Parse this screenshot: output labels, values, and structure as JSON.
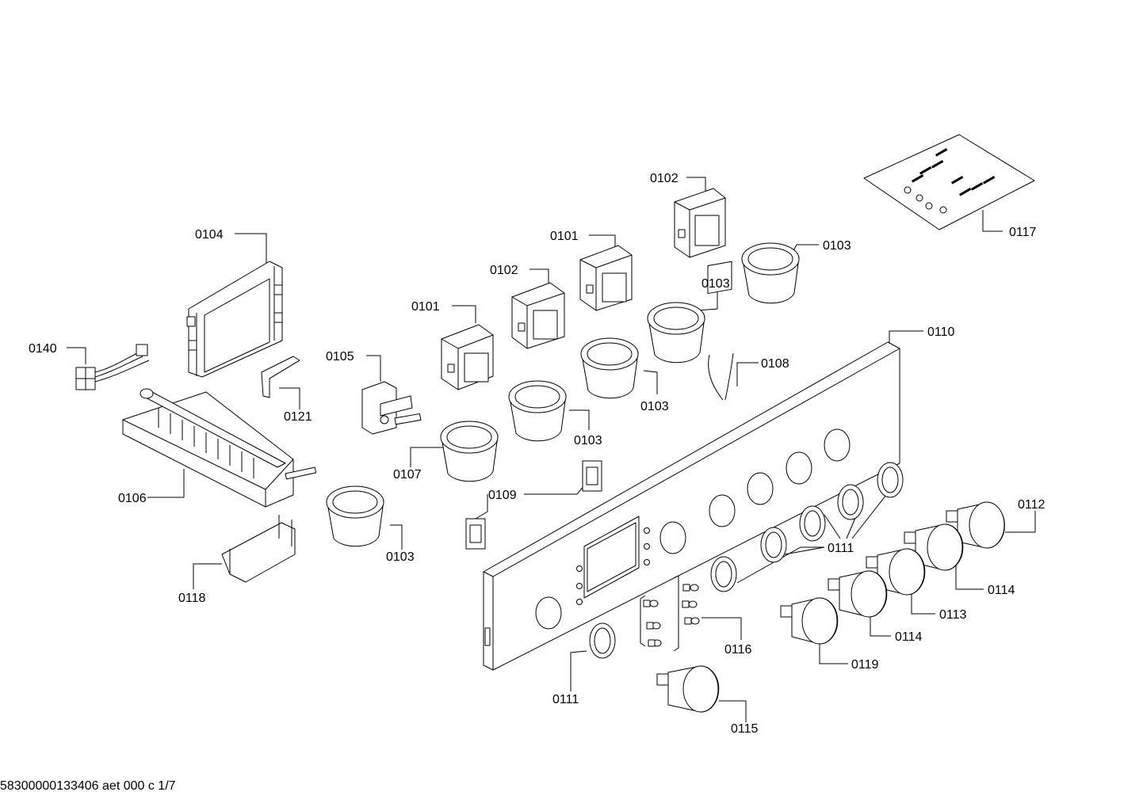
{
  "diagram": {
    "callouts": {
      "c0102a": "0102",
      "c0104": "0104",
      "c0101a": "0101",
      "c0103a": "0103",
      "c0102b": "0102",
      "c0103b": "0103",
      "c0101b": "0101",
      "c0140": "0140",
      "c0105": "0105",
      "c0110": "0110",
      "c0108": "0108",
      "c0121": "0121",
      "c0103c": "0103",
      "c0103d": "0103",
      "c0107": "0107",
      "c0106": "0106",
      "c0109": "0109",
      "c0112": "0112",
      "c0111a": "0111",
      "c0103e": "0103",
      "c0114a": "0114",
      "c0118": "0118",
      "c0113": "0113",
      "c0114b": "0114",
      "c0116": "0116",
      "c0119": "0119",
      "c0111b": "0111",
      "c0115": "0115",
      "c0117": "0117"
    },
    "footer": "58300000133406 aet 000 c 1/7"
  }
}
